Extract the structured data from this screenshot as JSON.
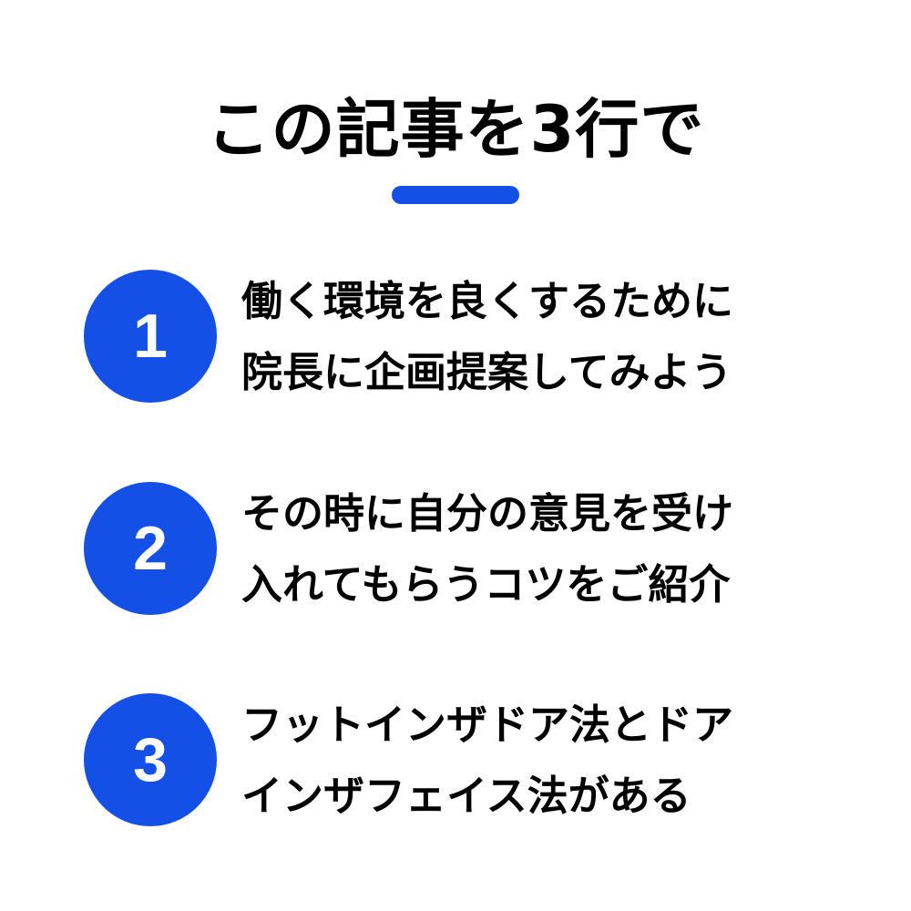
{
  "title": "この記事を3行で",
  "accent_color": "#1450e6",
  "items": [
    {
      "number": "1",
      "lines": [
        "働く環境を良くするために",
        "院長に企画提案してみよう"
      ]
    },
    {
      "number": "2",
      "lines": [
        "その時に自分の意見を受け",
        "入れてもらうコツをご紹介"
      ]
    },
    {
      "number": "3",
      "lines": [
        "フットインザドア法とドア",
        "インザフェイス法がある"
      ]
    }
  ]
}
